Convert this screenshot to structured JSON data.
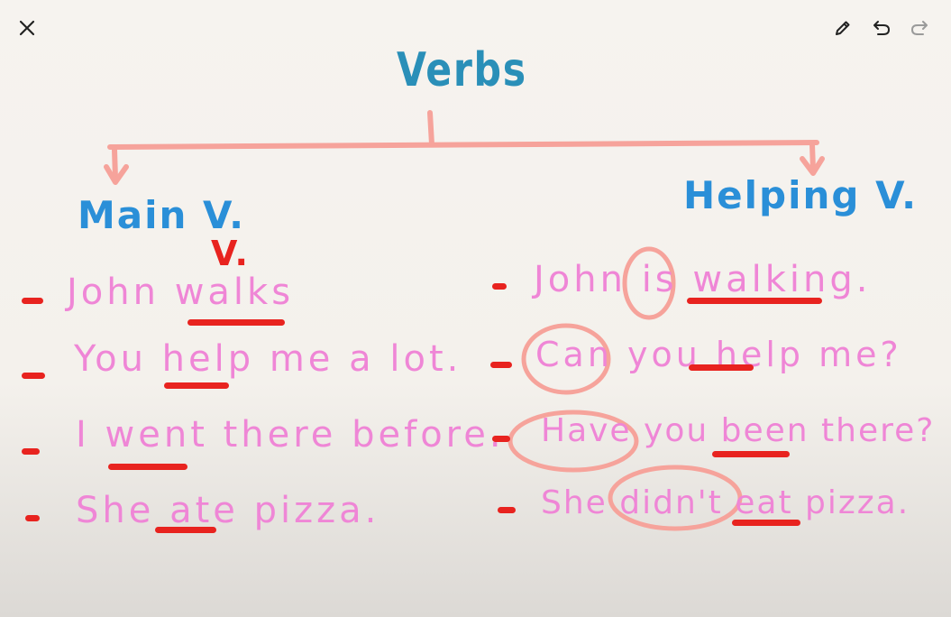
{
  "toolbar": {
    "close_icon": "close-icon",
    "pen_icon": "pencil-icon",
    "undo_icon": "undo-icon",
    "redo_icon": "redo-icon"
  },
  "colors": {
    "title": "#2a8fb8",
    "heading": "#2a8fd8",
    "pink": "#ef86d6",
    "red": "#e8231f",
    "salmon": "#f6a39b",
    "icon": "#222222",
    "icon_disabled": "#9a9a9a"
  },
  "board": {
    "title": "Verbs",
    "main_heading": "Main V.",
    "helping_heading": "Helping V.",
    "v_annotation": "V.",
    "main_sentences": [
      "John walks",
      "You help me a lot.",
      "I went there before.",
      "She ate pizza."
    ],
    "helping_sentences": [
      "John is walking.",
      "Can you help me?",
      "Have you been there?",
      "She didn't eat pizza."
    ],
    "bullet": "-"
  }
}
